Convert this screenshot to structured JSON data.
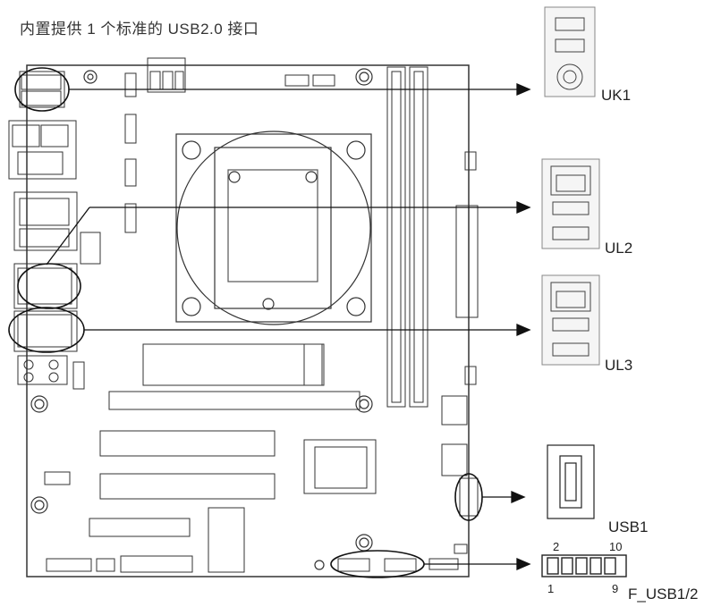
{
  "caption": "内置提供 1 个标准的 USB2.0 接口",
  "labels": {
    "uk1": "UK1",
    "ul2": "UL2",
    "ul3": "UL3",
    "usb1": "USB1",
    "f_usb": "F_USB1/2"
  },
  "header_pins": {
    "top_left": "2",
    "top_right": "10",
    "bottom_left": "1",
    "bottom_right": "9"
  }
}
